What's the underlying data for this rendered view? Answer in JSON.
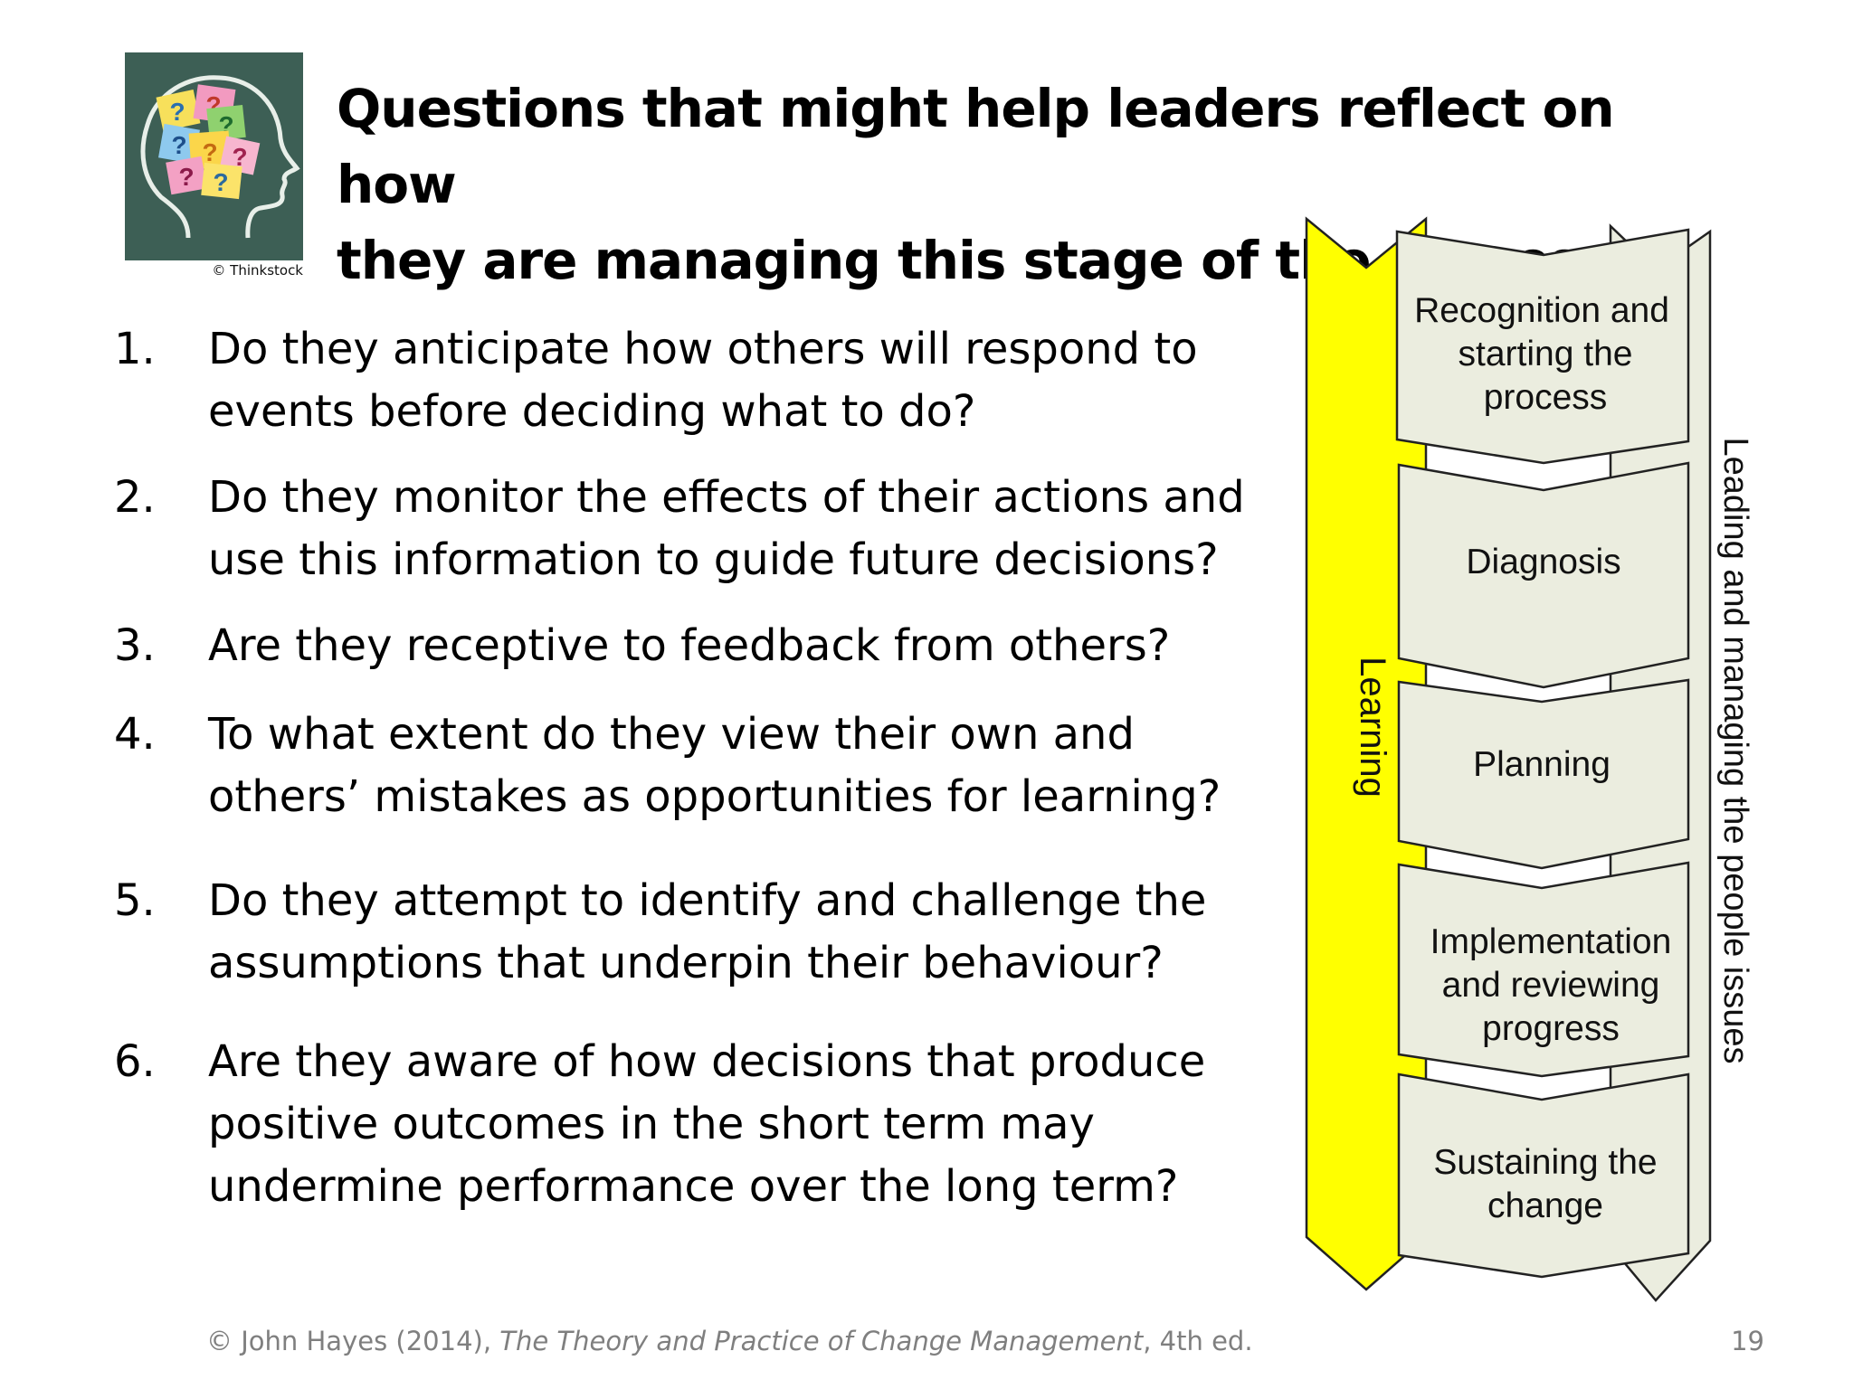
{
  "slide": {
    "title_line1": "Questions that might help leaders reflect on how",
    "title_line2": "they are managing this stage of the process",
    "image_credit": "© Thinkstock",
    "image_icon": "head-with-question-notes-icon"
  },
  "questions": [
    {
      "num": "1.",
      "lines": [
        "Do they anticipate how others will respond to",
        "events before deciding what to do?"
      ]
    },
    {
      "num": "2.",
      "lines": [
        "Do they monitor the effects of their actions and",
        "use this information to guide future decisions?"
      ]
    },
    {
      "num": "3.",
      "lines": [
        "Are they receptive to feedback from others?"
      ]
    },
    {
      "num": "4.",
      "lines": [
        "To what extent do they view their own and",
        "others’ mistakes as opportunities for learning?"
      ]
    },
    {
      "num": "5.",
      "lines": [
        "Do they attempt to identify and challenge the",
        "assumptions that underpin their behaviour?"
      ]
    },
    {
      "num": "6.",
      "lines": [
        "Are they aware of how decisions that produce",
        "positive outcomes in the short term may",
        "undermine performance over the long term?"
      ]
    }
  ],
  "diagram": {
    "left_band_label": "Learning",
    "right_band_label": "Leading and managing the people issues",
    "stages": [
      {
        "lines": [
          "Recognition and",
          "starting the",
          "process"
        ]
      },
      {
        "lines": [
          "Diagnosis"
        ]
      },
      {
        "lines": [
          "Planning"
        ]
      },
      {
        "lines": [
          "Implementation",
          "and reviewing",
          "progress"
        ]
      },
      {
        "lines": [
          "Sustaining the",
          "change"
        ]
      }
    ],
    "colors": {
      "learning_band": "#ffff00",
      "stage_fill": "#ebeddf",
      "outline": "#222222"
    }
  },
  "footer": {
    "citation_prefix": "© John Hayes (2014),",
    "citation_title": "The Theory and Practice of Change Management",
    "citation_suffix": ", 4th ed.",
    "page_number": "19"
  }
}
